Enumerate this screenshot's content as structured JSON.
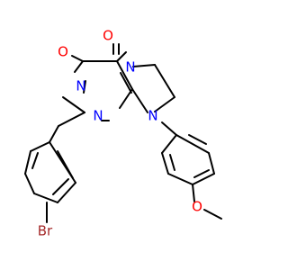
{
  "colors": {
    "bond": "#000000",
    "oxygen": "#FF0000",
    "nitrogen": "#0000FF",
    "bromine": "#A52A2A",
    "background": "#FFFFFF"
  },
  "atoms": {
    "o_top": "O",
    "o_left": "O",
    "n_ring_top": "N",
    "n_left": "N",
    "n_lower": "N",
    "n_anisyl": "N",
    "o_methoxy": "O",
    "br": "Br"
  }
}
